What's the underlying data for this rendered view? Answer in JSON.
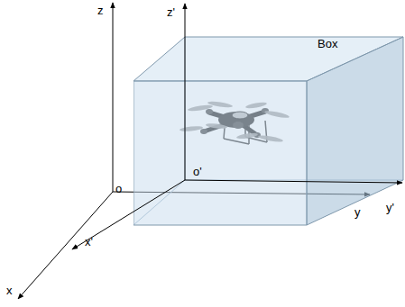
{
  "diagram": {
    "nodes": [
      {
        "text": [
          "Box"
        ]
      }
    ],
    "labels": [
      "z",
      "z'",
      "o'",
      "y'",
      "o",
      "y",
      "x'",
      "x"
    ]
  }
}
